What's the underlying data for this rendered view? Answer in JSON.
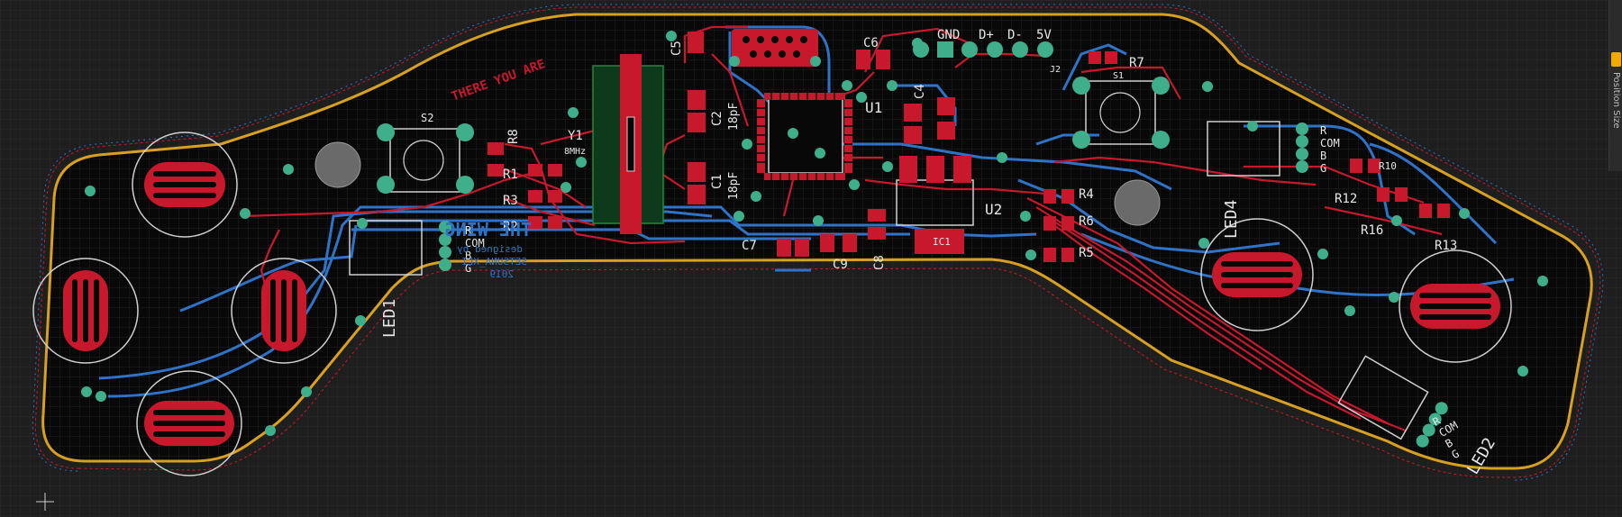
{
  "board": {
    "silk_text": "THERE YOU ARE",
    "back_text": [
      "THE WING",
      "designed by",
      "SETSUNA_XLI",
      "2019"
    ],
    "header_pins": [
      "GND",
      "D+",
      "D-",
      "5V"
    ],
    "refdes": {
      "s2": "S2",
      "r8": "R8",
      "y1": "Y1",
      "y1_freq": "8MHz",
      "r1": "R1",
      "r3": "R3",
      "r2": "R2",
      "c5": "C5",
      "c2": "C2",
      "c_18pf": "18pF",
      "c1": "C1",
      "c1_val": "18pF",
      "c7": "C7",
      "c9": "C9",
      "c8": "C8",
      "u1": "U1",
      "c4": "C4",
      "u2": "U2",
      "c6": "C6",
      "r7": "R7",
      "s1": "S1",
      "r4": "R4",
      "r6": "R6",
      "r5": "R5",
      "r10": "R10",
      "r13": "R13",
      "r12": "R12",
      "r16": "R16",
      "led1": "LED1",
      "led4": "LED4",
      "led2": "LED2",
      "j2": "J2",
      "ic_label": "IC1"
    },
    "rgb_pins": [
      "R",
      "COM",
      "B",
      "G"
    ]
  },
  "panel": {
    "label": "Position Size"
  },
  "colors": {
    "background": "#1e1e1e",
    "grid": "#2c2c2c",
    "outline": "#d8a020",
    "copper_front": "#c8182b",
    "copper_back": "#2f73c8",
    "silkscreen": "#e6e6e6",
    "pad": "#3fae8b"
  }
}
